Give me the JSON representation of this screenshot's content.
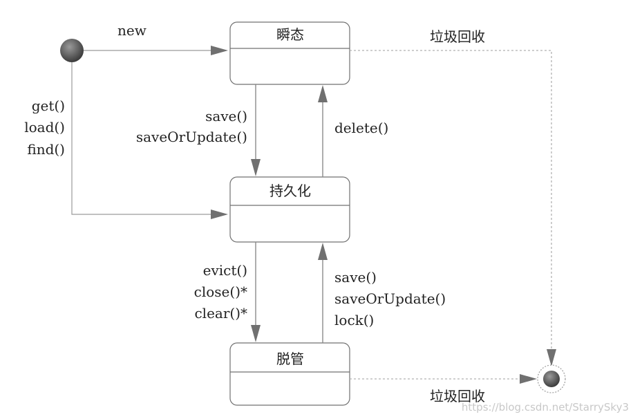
{
  "states": {
    "transient": "瞬态",
    "persistent": "持久化",
    "detached": "脱管"
  },
  "transitions": {
    "new": "new",
    "get": "get()",
    "load": "load()",
    "find": "find()",
    "save_to_persistent": "save()",
    "saveOrUpdate_to_persistent": "saveOrUpdate()",
    "delete": "delete()",
    "evict": "evict()",
    "close": "close()*",
    "clear": "clear()*",
    "save_reattach": "save()",
    "saveOrUpdate_reattach": "saveOrUpdate()",
    "lock": "lock()",
    "gc_top": "垃圾回收",
    "gc_bottom": "垃圾回收"
  },
  "watermark": "https://blog.csdn.net/StarrySky3"
}
